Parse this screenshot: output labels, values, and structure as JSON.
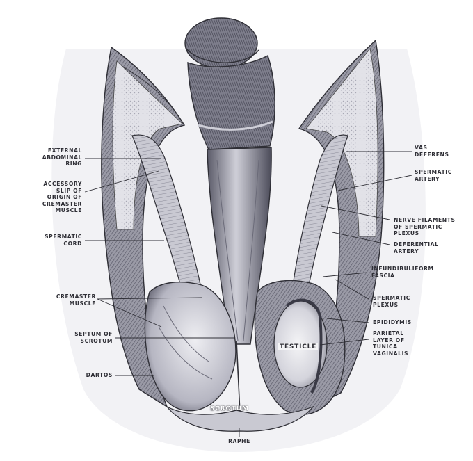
{
  "colors": {
    "ink": "#2f2f36",
    "tissue_dark": "#4a4a58",
    "tissue_mid": "#8d8d9a",
    "tissue_light": "#d6d6de",
    "paper": "#ffffff"
  },
  "labels": {
    "left": {
      "external_abdominal_ring": [
        "EXTERNAL",
        "ABDOMINAL",
        "RING"
      ],
      "accessory_slip": [
        "ACCESSORY",
        "SLIP OF",
        "ORIGIN OF",
        "CREMASTER",
        "MUSCLE"
      ],
      "spermatic_cord": [
        "SPERMATIC",
        "CORD"
      ],
      "cremaster_muscle": [
        "CREMASTER",
        "MUSCLE"
      ],
      "septum_of_scrotum": [
        "SEPTUM OF",
        "SCROTUM"
      ],
      "dartos": [
        "DARTOS"
      ]
    },
    "right": {
      "vas_deferens": [
        "VAS",
        "DEFERENS"
      ],
      "spermatic_artery": [
        "SPERMATIC",
        "ARTERY"
      ],
      "nerve_filaments": [
        "NERVE FILAMENTS",
        "OF SPERMATIC",
        "PLEXUS"
      ],
      "deferential_artery": [
        "DEFERENTIAL",
        "ARTERY"
      ],
      "infundibuliform_fascia": [
        "INFUNDIBULIFORM",
        "FASCIA"
      ],
      "spermatic_plexus": [
        "SPERMATIC",
        "PLEXUS"
      ],
      "epididymis": [
        "EPIDIDYMIS"
      ],
      "parietal_layer": [
        "PARIETAL",
        "LAYER OF",
        "TUNICA",
        "VAGINALIS"
      ]
    },
    "bottom": {
      "raphe": [
        "RAPHE"
      ]
    },
    "in_plate": {
      "scrotum": "SCROTUM",
      "testicle": "TESTICLE"
    }
  }
}
